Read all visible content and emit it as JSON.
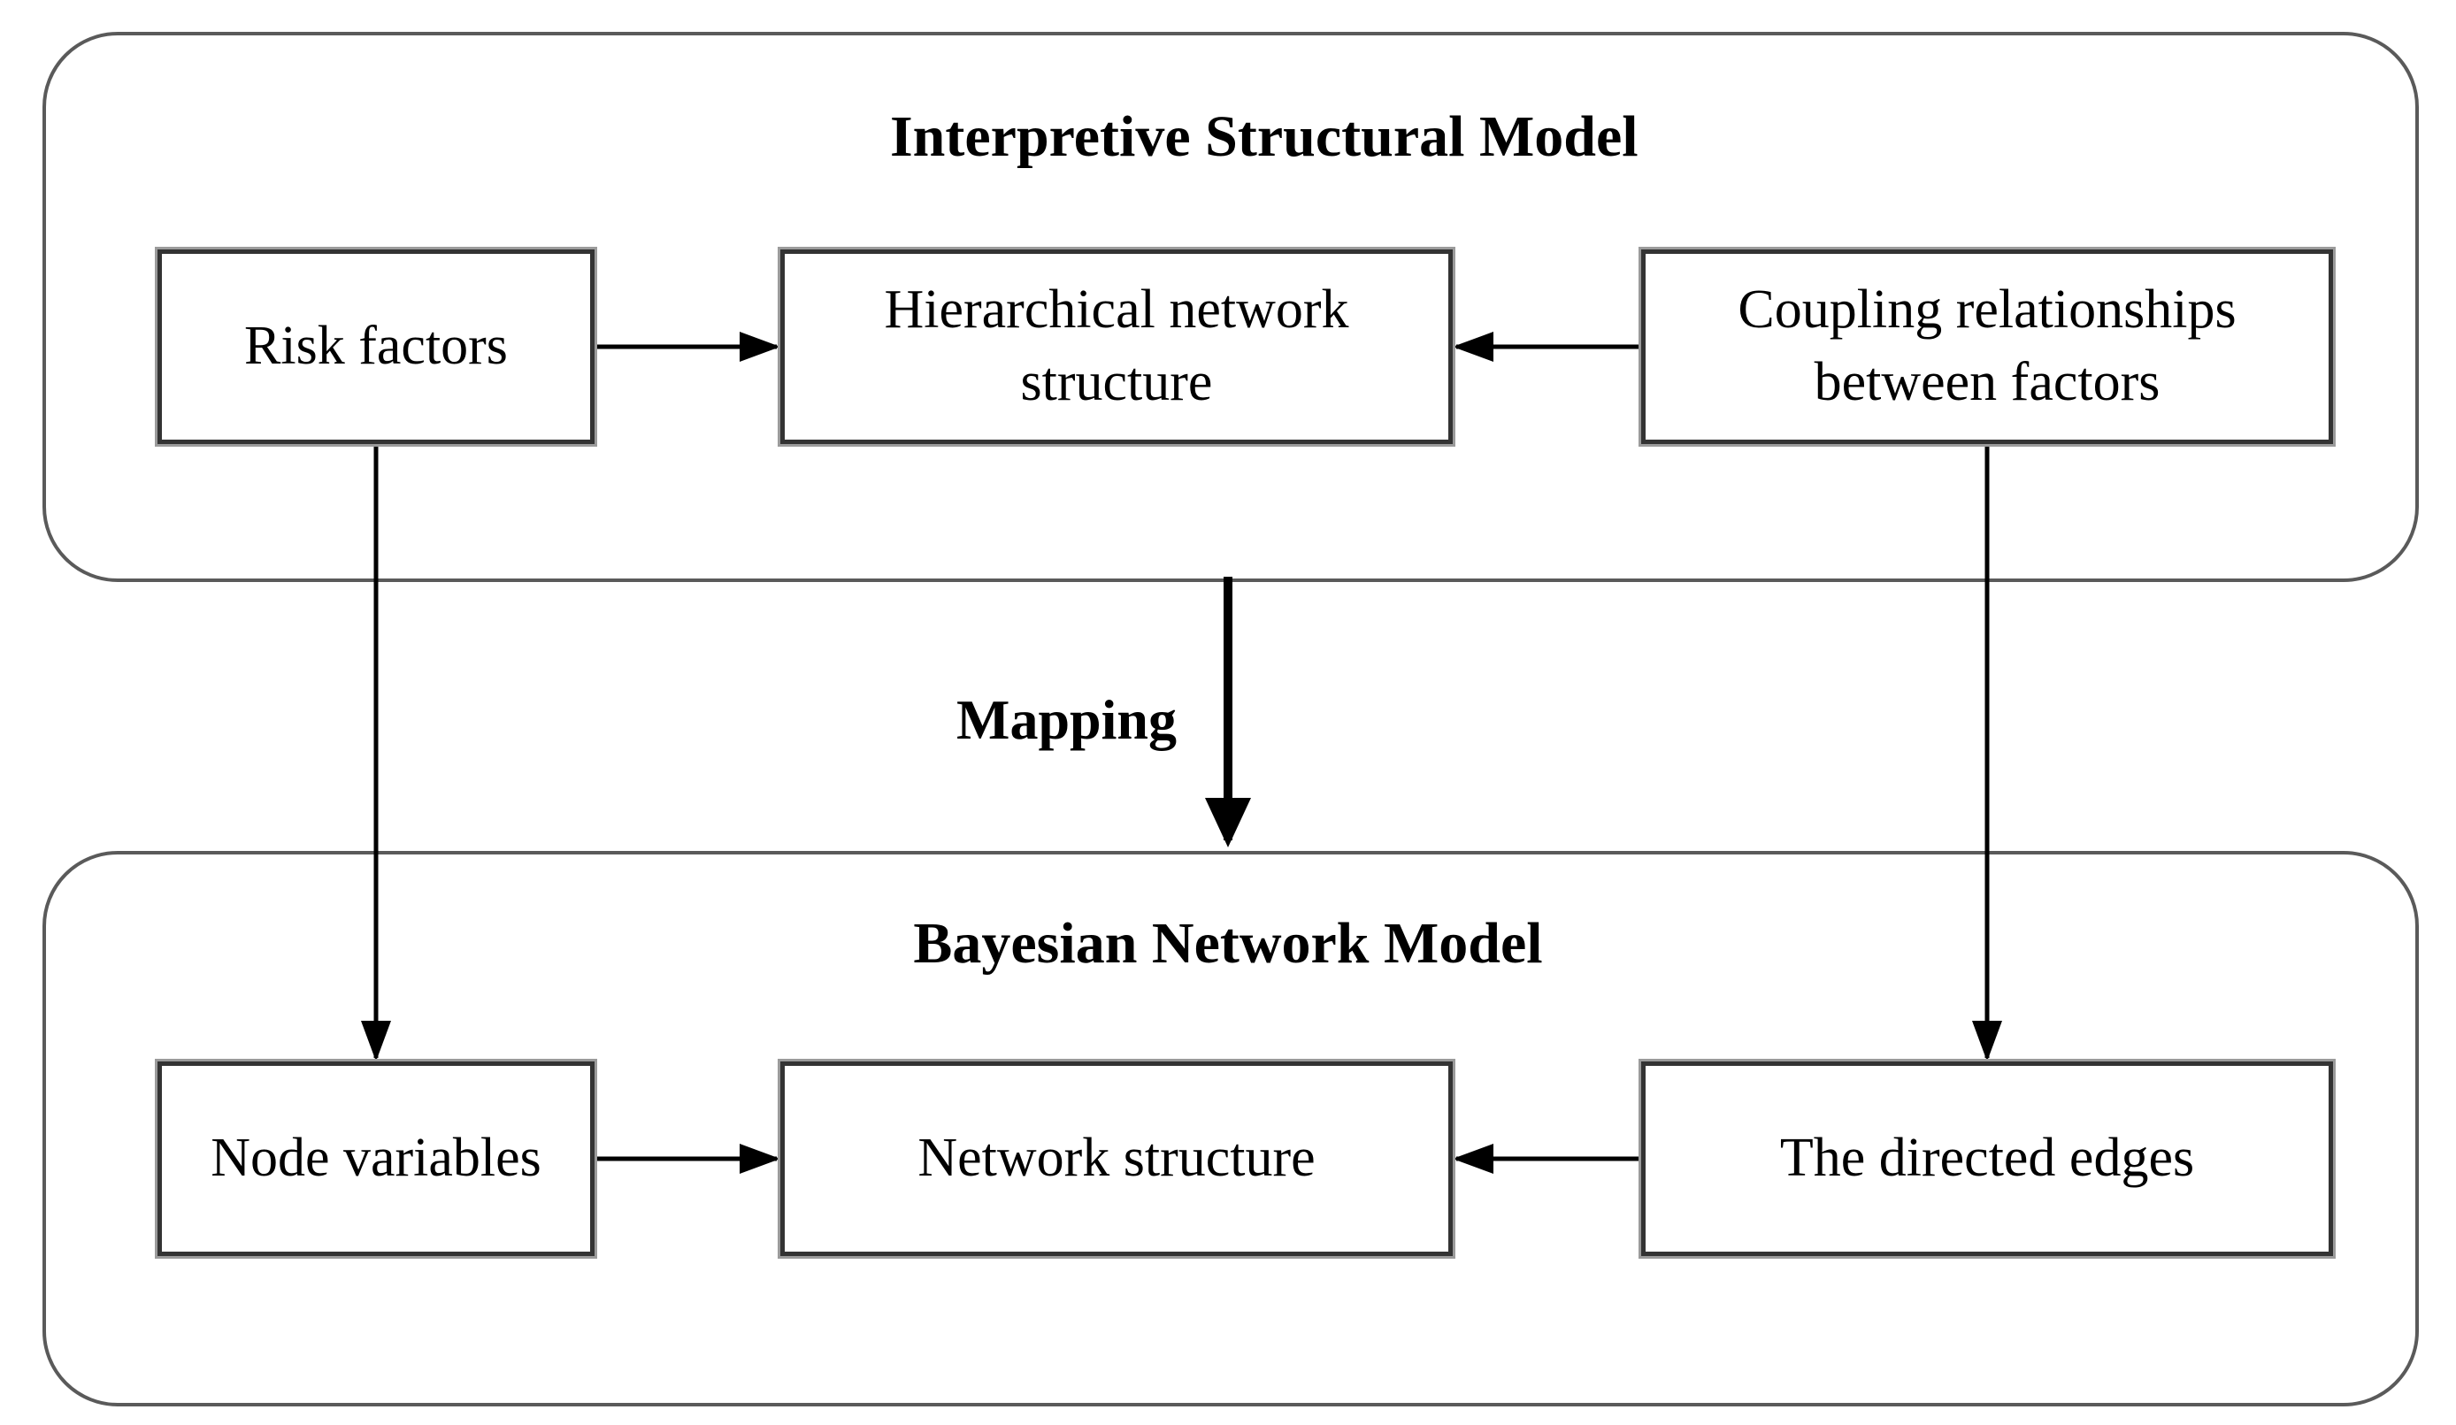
{
  "diagram": {
    "ism_container": {
      "title": "Interpretive Structural Model"
    },
    "bn_container": {
      "title": "Bayesian Network Model"
    },
    "mapping_label": "Mapping",
    "boxes": {
      "risk_factors": "Risk factors",
      "hierarchical": "Hierarchical network structure",
      "coupling": "Coupling relationships between factors",
      "node_variables": "Node variables",
      "network_structure": "Network structure",
      "directed_edges": "The directed edges"
    },
    "arrows": [
      {
        "name": "risk-to-hierarchical",
        "from": "Risk factors",
        "to": "Hierarchical network structure",
        "direction": "right"
      },
      {
        "name": "coupling-to-hierarchical",
        "from": "Coupling relationships between factors",
        "to": "Hierarchical network structure",
        "direction": "left"
      },
      {
        "name": "risk-to-node-variables",
        "from": "Risk factors",
        "to": "Node variables",
        "direction": "down"
      },
      {
        "name": "coupling-to-directed-edges",
        "from": "Coupling relationships between factors",
        "to": "The directed edges",
        "direction": "down"
      },
      {
        "name": "ism-to-bn-mapping",
        "from": "Interpretive Structural Model",
        "to": "Bayesian Network Model",
        "direction": "down",
        "label": "Mapping",
        "style": "thick"
      },
      {
        "name": "node-to-network",
        "from": "Node variables",
        "to": "Network structure",
        "direction": "right"
      },
      {
        "name": "directed-to-network",
        "from": "The directed edges",
        "to": "Network structure",
        "direction": "left"
      }
    ],
    "colors": {
      "background": "#ffffff",
      "text": "#000000",
      "arrow": "#000000",
      "box_border": "#333333",
      "box_border_halo": "#9b9b9b",
      "container_border": "#5a5a5a"
    }
  }
}
